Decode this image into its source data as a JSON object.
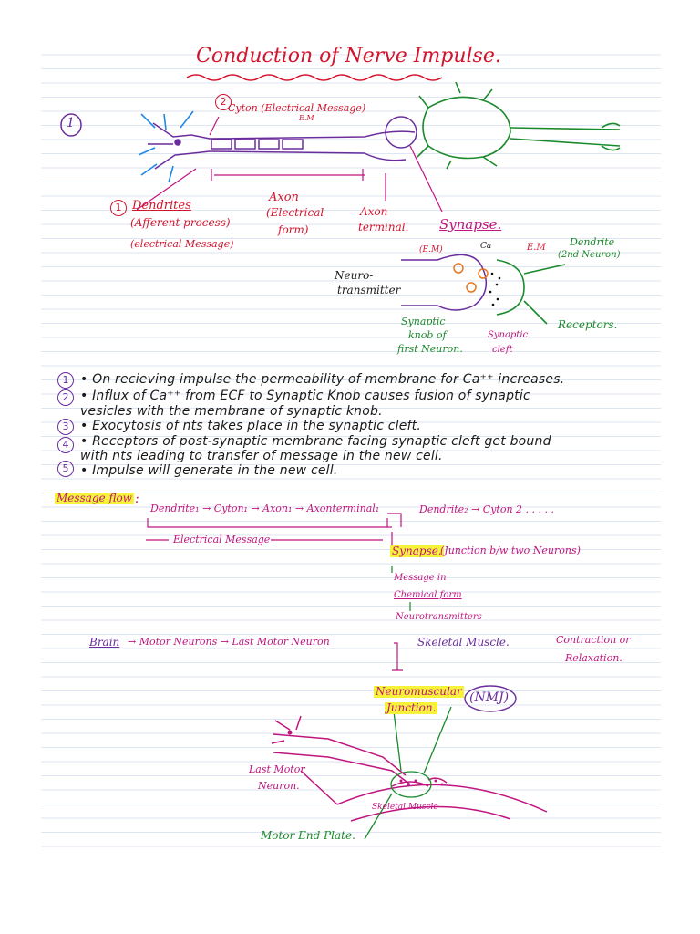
{
  "title": "Conduction of Nerve Impulse.",
  "section_mark": "1",
  "neuron": {
    "cyton_num": "2",
    "cyton_label": "Cyton (Electrical Message)",
    "cyton_em": "E.M",
    "dendrites_num": "1",
    "dendrites_label": "Dendrites",
    "afferent": "(Afferent process)",
    "electrical_msg": "(electrical Message)",
    "axon": "Axon",
    "electrical": "(Electrical",
    "form": "form)",
    "axon_terminal_1": "Axon",
    "axon_terminal_2": "terminal."
  },
  "synapse": {
    "title": "Synapse.",
    "em_left": "(E.M)",
    "ca": "Ca",
    "em_right": "E.M",
    "dendrite": "Dendrite",
    "second_neuron": "(2nd Neuron)",
    "neurotransmitter_1": "Neuro-",
    "neurotransmitter_2": "transmitter",
    "knob_1": "Synaptic",
    "knob_2": "knob of",
    "knob_3": "first Neuron.",
    "cleft_1": "Synaptic",
    "cleft_2": "cleft",
    "receptors": "Receptors."
  },
  "points": [
    {
      "num": "1",
      "text": "• On recieving impulse the permeability of membrane for Ca⁺⁺ increases."
    },
    {
      "num": "2",
      "text": "• Influx of Ca⁺⁺ from ECF to Synaptic Knob causes fusion of synaptic"
    },
    {
      "num": "",
      "text": "   vesicles with the membrane of synaptic knob."
    },
    {
      "num": "3",
      "text": "• Exocytosis of nts takes place in the synaptic cleft."
    },
    {
      "num": "4",
      "text": "• Receptors of post-synaptic membrane facing synaptic cleft get bound"
    },
    {
      "num": "",
      "text": "   with nts leading to transfer of message in the new cell."
    },
    {
      "num": "5",
      "text": "• Impulse will generate in the new cell."
    }
  ],
  "flow": {
    "label": "Message flow",
    "colon": ":",
    "chain": "Dendrite₁ → Cyton₁ → Axon₁ → Axonterminal₁",
    "chain2": "Dendrite₂ → Cyton 2 . . . . .",
    "electrical": "Electrical Message",
    "synapse": "Synapse.",
    "junction": "(Junction b/w two Neurons)",
    "message_in": "Message in",
    "chemical": "Chemical form",
    "neurotransmitters": "Neurotransmitters"
  },
  "brain": {
    "brain": "Brain",
    "motor": "→ Motor Neurons → Last Motor Neuron",
    "skeletal": "Skeletal Muscle.",
    "contraction": "Contraction or",
    "relaxation": "Relaxation.",
    "nmj_1": "Neuromuscular",
    "nmj_2": "Junction.",
    "nmj_abbr": "(NMJ)",
    "last_motor_1": "Last Motor",
    "last_motor_2": "Neuron.",
    "skeletal_label": "Skeletal Muscle",
    "end_plate": "Motor End Plate."
  }
}
